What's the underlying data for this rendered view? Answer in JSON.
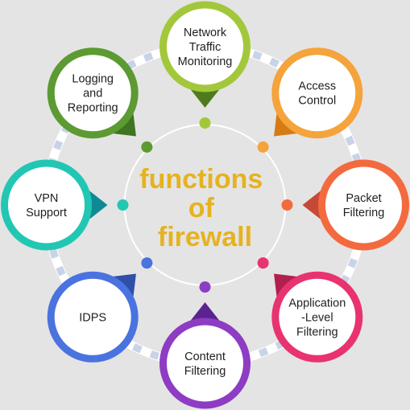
{
  "title": {
    "lines": [
      "functions",
      "of",
      "firewall"
    ],
    "color": "#e6b21e"
  },
  "nodes": [
    {
      "id": "network-traffic-monitoring",
      "lines": [
        "Network",
        "Traffic",
        "Monitoring"
      ],
      "color": "#a3c73b",
      "dark": "#4f7a1d"
    },
    {
      "id": "access-control",
      "lines": [
        "Access",
        "Control"
      ],
      "color": "#f5a33b",
      "dark": "#d67a14"
    },
    {
      "id": "packet-filtering",
      "lines": [
        "Packet",
        "Filtering"
      ],
      "color": "#f36a3f",
      "dark": "#c44a35"
    },
    {
      "id": "application-level-filtering",
      "lines": [
        "Application",
        "-Level",
        "Filtering"
      ],
      "color": "#e8336f",
      "dark": "#b0204f"
    },
    {
      "id": "content-filtering",
      "lines": [
        "Content",
        "Filtering"
      ],
      "color": "#8d3cc3",
      "dark": "#5a2390"
    },
    {
      "id": "idps",
      "lines": [
        "IDPS"
      ],
      "color": "#4a73e0",
      "dark": "#2f4fa8"
    },
    {
      "id": "vpn-support",
      "lines": [
        "VPN",
        "Support"
      ],
      "color": "#21c7b3",
      "dark": "#0f8a94"
    },
    {
      "id": "logging-and-reporting",
      "lines": [
        "Logging",
        "and",
        "Reporting"
      ],
      "color": "#5c9a32",
      "dark": "#3f7422"
    }
  ]
}
